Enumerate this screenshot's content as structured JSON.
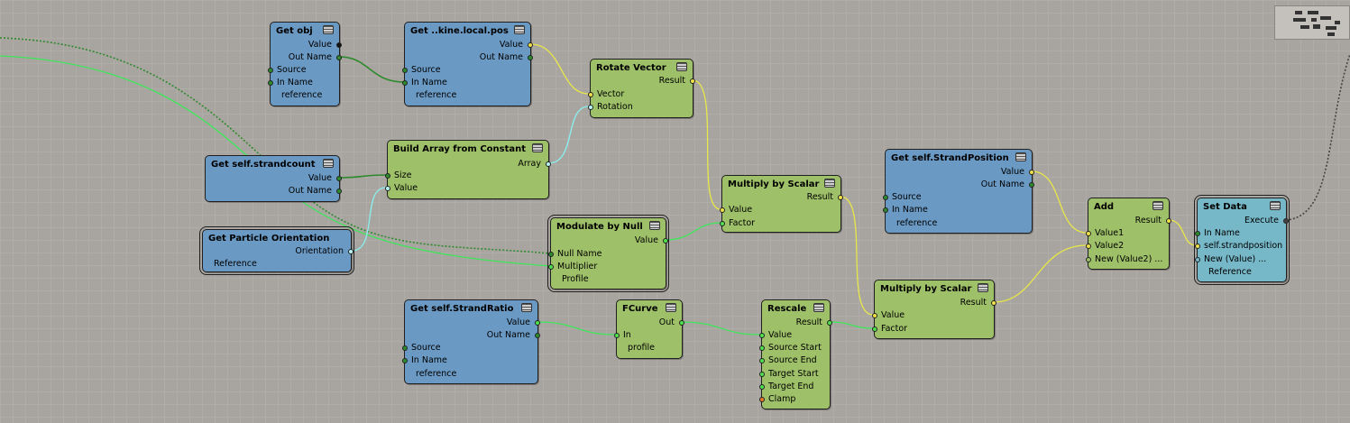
{
  "colors": {
    "canvas": "#a8a49f",
    "node_blue": "#6a99c3",
    "node_green": "#9ec068",
    "node_teal": "#76b8c8",
    "wire_dark_green": "#2e8a2e",
    "wire_green": "#3ee65a",
    "wire_yellow": "#e8e84a",
    "wire_cyan": "#8af0f0",
    "port_dark_green": "#2e8a2e",
    "port_green": "#4fe04f",
    "port_yellow": "#f0e04a",
    "port_cyan": "#b8f4f4",
    "port_orange": "#e8782a",
    "port_black": "#111111"
  },
  "icons": {
    "node_menu": "list-icon"
  },
  "nodes": {
    "get_obj": {
      "title": "Get obj",
      "ports": [
        "Value",
        "Out Name",
        "Source",
        "In Name",
        "reference"
      ]
    },
    "get_kine": {
      "title": "Get ..kine.local.pos",
      "ports": [
        "Value",
        "Out Name",
        "Source",
        "In Name",
        "reference"
      ]
    },
    "rotate_vector": {
      "title": "Rotate Vector",
      "ports": [
        "Result",
        "Vector",
        "Rotation"
      ]
    },
    "build_array": {
      "title": "Build Array from Constant",
      "ports": [
        "Array",
        "Size",
        "Value"
      ]
    },
    "get_strandcount": {
      "title": "Get self.strandcount",
      "ports": [
        "Value",
        "Out Name"
      ]
    },
    "get_particle_orientation": {
      "title": "Get Particle Orientation",
      "ports": [
        "Orientation",
        "Reference"
      ]
    },
    "modulate_by_null": {
      "title": "Modulate by Null",
      "ports": [
        "Value",
        "Null Name",
        "Multiplier",
        "Profile"
      ]
    },
    "multiply_scalar_1": {
      "title": "Multiply by Scalar",
      "ports": [
        "Result",
        "Value",
        "Factor"
      ]
    },
    "get_strandposition": {
      "title": "Get self.StrandPosition",
      "ports": [
        "Value",
        "Out Name",
        "Source",
        "In Name",
        "reference"
      ]
    },
    "add": {
      "title": "Add",
      "ports": [
        "Result",
        "Value1",
        "Value2",
        "New (Value2) ..."
      ]
    },
    "set_data": {
      "title": "Set Data",
      "ports": [
        "Execute",
        "In Name",
        "self.strandposition",
        "New (Value) ...",
        "Reference"
      ]
    },
    "get_strandratio": {
      "title": "Get self.StrandRatio",
      "ports": [
        "Value",
        "Out Name",
        "Source",
        "In Name",
        "reference"
      ]
    },
    "fcurve": {
      "title": "FCurve",
      "ports": [
        "Out",
        "In",
        "profile"
      ]
    },
    "rescale": {
      "title": "Rescale",
      "ports": [
        "Result",
        "Value",
        "Source Start",
        "Source End",
        "Target Start",
        "Target End",
        "Clamp"
      ]
    },
    "multiply_scalar_2": {
      "title": "Multiply by Scalar",
      "ports": [
        "Result",
        "Value",
        "Factor"
      ]
    }
  }
}
